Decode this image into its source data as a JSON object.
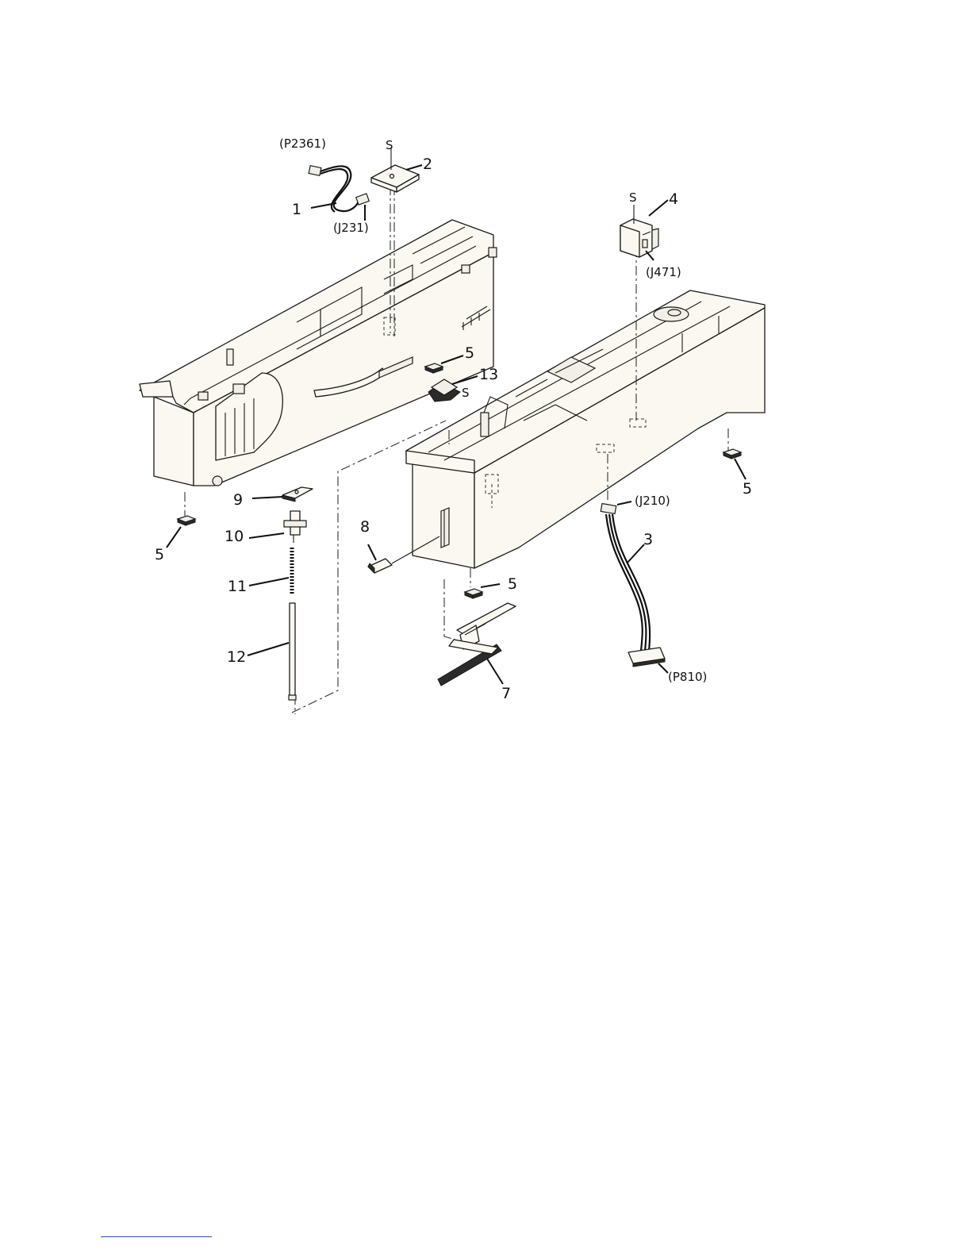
{
  "diagram": {
    "part_callouts": [
      {
        "id": "1",
        "text": "1"
      },
      {
        "id": "2",
        "text": "2"
      },
      {
        "id": "3",
        "text": "3"
      },
      {
        "id": "4",
        "text": "4"
      },
      {
        "id": "5a",
        "text": "5"
      },
      {
        "id": "5b",
        "text": "5"
      },
      {
        "id": "5c",
        "text": "5"
      },
      {
        "id": "5d",
        "text": "5"
      },
      {
        "id": "7",
        "text": "7"
      },
      {
        "id": "8",
        "text": "8"
      },
      {
        "id": "9",
        "text": "9"
      },
      {
        "id": "10",
        "text": "10"
      },
      {
        "id": "11",
        "text": "11"
      },
      {
        "id": "12",
        "text": "12"
      },
      {
        "id": "13",
        "text": "13"
      }
    ],
    "connector_labels": {
      "p2361": "(P2361)",
      "j231": "(J231)",
      "j471": "(J471)",
      "j210": "(J210)",
      "p810": "(P810)"
    },
    "screw_marks": {
      "s_part2": "S",
      "s_part4": "S",
      "s_part13": "S"
    }
  }
}
